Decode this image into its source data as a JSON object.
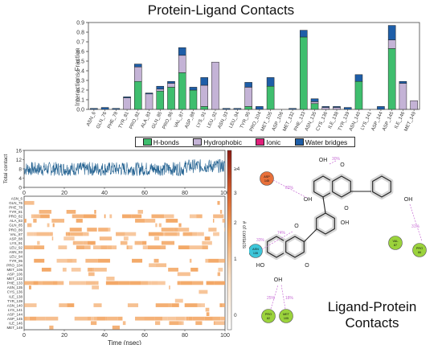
{
  "title": "Protein-Ligand Contacts",
  "lp_title": "Ligand-Protein Contacts",
  "colors": {
    "hbond": "#3fbe6e",
    "hydrophobic": "#c4b3d6",
    "ionic": "#e0207a",
    "water": "#1e5ea8",
    "timeline": "#1f5f8f",
    "heat": "#f2a25c"
  },
  "legend": [
    "H-bonds",
    "Hydrophobic",
    "Ionic",
    "Water bridges"
  ],
  "chart_data": [
    {
      "type": "bar",
      "title": "Protein-Ligand Contacts",
      "ylabel": "Interactions Fraction",
      "ylim": [
        0,
        0.9
      ],
      "yticks": [
        "0.0",
        "0.1",
        "0.2",
        "0.3",
        "0.4",
        "0.5",
        "0.6",
        "0.7",
        "0.8",
        "0.9"
      ],
      "categories": [
        "ASN_6",
        "GLN_76",
        "PHE_78",
        "TYR_81",
        "PRO_82",
        "ALA_83",
        "GLN_85",
        "PRO_86",
        "VAL_87",
        "ASP_88",
        "LYS_91",
        "LEU_92",
        "ASN_93",
        "LEU_94",
        "TYR_95",
        "PRO_104",
        "MET_105",
        "ASP_106",
        "MET_132",
        "PHE_133",
        "ASN_135",
        "CYS_136",
        "ILE_138",
        "TYR_139",
        "ASN_140",
        "LYS_141",
        "ASP_144",
        "ASP_145",
        "ILE_146",
        "MET_149"
      ],
      "series": [
        {
          "name": "H-bonds",
          "values": [
            0,
            0,
            0,
            0,
            0.29,
            0,
            0.19,
            0.23,
            0.38,
            0.2,
            0.03,
            0,
            0,
            0,
            0.03,
            0,
            0.24,
            0,
            0,
            0.75,
            0.06,
            0,
            0,
            0,
            0.29,
            0,
            0,
            0.63,
            0,
            0
          ]
        },
        {
          "name": "Hydrophobic",
          "values": [
            0,
            0,
            0,
            0.12,
            0.15,
            0.16,
            0.02,
            0.04,
            0.18,
            0,
            0.22,
            0.49,
            0,
            0,
            0.2,
            0,
            0,
            0,
            0,
            0,
            0.02,
            0.02,
            0.02,
            0,
            0,
            0,
            0,
            0.09,
            0.27,
            0.09
          ]
        },
        {
          "name": "Ionic",
          "values": [
            0,
            0,
            0,
            0,
            0,
            0,
            0,
            0,
            0,
            0,
            0,
            0,
            0,
            0,
            0,
            0,
            0,
            0,
            0,
            0,
            0,
            0,
            0,
            0,
            0,
            0,
            0,
            0,
            0,
            0
          ]
        },
        {
          "name": "Water bridges",
          "values": [
            0.01,
            0.02,
            0.01,
            0.01,
            0.03,
            0.01,
            0.03,
            0.02,
            0.08,
            0.03,
            0.08,
            0,
            0.01,
            0.01,
            0.05,
            0.03,
            0.09,
            0,
            0.01,
            0.07,
            0.03,
            0.01,
            0.01,
            0.02,
            0.07,
            0,
            0.03,
            0.15,
            0.02,
            0
          ]
        }
      ]
    },
    {
      "type": "line",
      "ylabel": "Total contact",
      "xlim": [
        0,
        100
      ],
      "ylim": [
        0,
        16
      ],
      "yticks": [
        "0",
        "4",
        "8",
        "12",
        "16"
      ],
      "xticks": [
        "0",
        "20",
        "40",
        "60",
        "80",
        "100"
      ],
      "mean": 8,
      "amplitude": 3
    },
    {
      "type": "heatmap",
      "xlabel": "Time (nsec)",
      "xlim": [
        0,
        100
      ],
      "xticks": [
        "0",
        "20",
        "40",
        "60",
        "80",
        "100"
      ],
      "colorbar_label": "# of contacts",
      "colorbar_ticks": [
        "0",
        "1",
        "2",
        "3",
        "≥4"
      ],
      "rows": [
        "ASN_6",
        "GLN_76",
        "PHE_78",
        "TYR_81",
        "PRO_82",
        "ALA_83",
        "GLN_85",
        "PRO_86",
        "VAL_87",
        "ASP_88",
        "LYS_91",
        "LEU_92",
        "ASN_93",
        "LEU_94",
        "TYR_95",
        "PRO_104",
        "MET_105",
        "ASP_106",
        "MET_132",
        "PHE_133",
        "ASN_135",
        "CYS_136",
        "ILE_138",
        "TYR_139",
        "ASN_140",
        "LYS_141",
        "ASP_144",
        "ASP_145",
        "ILE_146",
        "MET_149"
      ],
      "occupancy": [
        0.02,
        0.03,
        0.02,
        0.15,
        0.45,
        0.2,
        0.2,
        0.25,
        0.55,
        0.22,
        0.35,
        0.5,
        0.02,
        0.02,
        0.3,
        0.05,
        0.35,
        0.02,
        0.02,
        0.8,
        0.1,
        0.05,
        0.05,
        0.03,
        0.35,
        0.02,
        0.05,
        0.85,
        0.3,
        0.1
      ]
    }
  ],
  "diagram": {
    "residues": [
      {
        "label": "ASP\n145",
        "pct": "82%",
        "color": "#e8703a"
      },
      {
        "label": "VAL\n87",
        "pct": "",
        "color": "#9bd33c"
      },
      {
        "label": "PRO\n86",
        "pct": "",
        "color": "#9bd33c"
      },
      {
        "label": "ASN\n135",
        "pct": "74%",
        "color": "#3ec6d9"
      },
      {
        "label": "PRO\n82",
        "pct": "",
        "color": "#9bd33c"
      },
      {
        "label": "MET\n105",
        "pct": "",
        "color": "#9bd33c"
      }
    ],
    "pct_labels": [
      "30%",
      "82%",
      "31%",
      "74%",
      "33%",
      "25%",
      "18%"
    ],
    "atoms": {
      "oh": "OH",
      "o": "O",
      "ho": "HO"
    }
  }
}
